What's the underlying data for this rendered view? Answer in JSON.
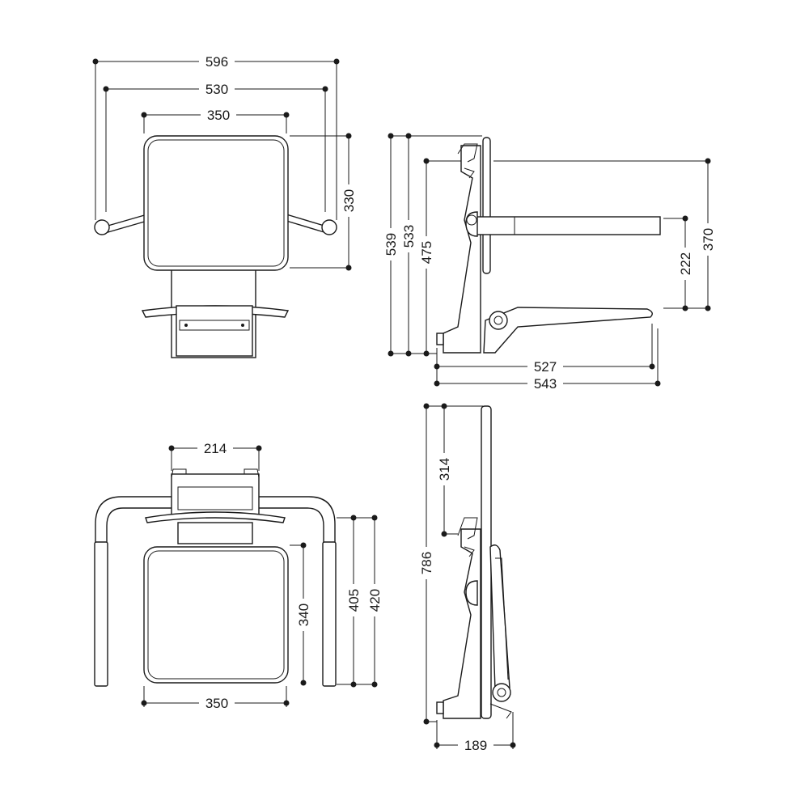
{
  "dimensions": {
    "top_left_view": {
      "overall_width": "596",
      "arm_width": "530",
      "seat_width": "350",
      "seat_depth": "330"
    },
    "side_view_open": {
      "total_height": "539",
      "height_to_arm": "533",
      "height_to_seat": "475",
      "arm_height_above_seat": "222",
      "backrest_height": "370",
      "seat_projection": "527",
      "overall_projection": "543"
    },
    "bottom_left_view": {
      "bracket_width": "214",
      "seat_length": "340",
      "arm_length": "405",
      "overall_length": "420",
      "seat_width": "350"
    },
    "side_view_folded": {
      "total_height": "786",
      "upper_offset": "314",
      "folded_depth": "189"
    }
  }
}
